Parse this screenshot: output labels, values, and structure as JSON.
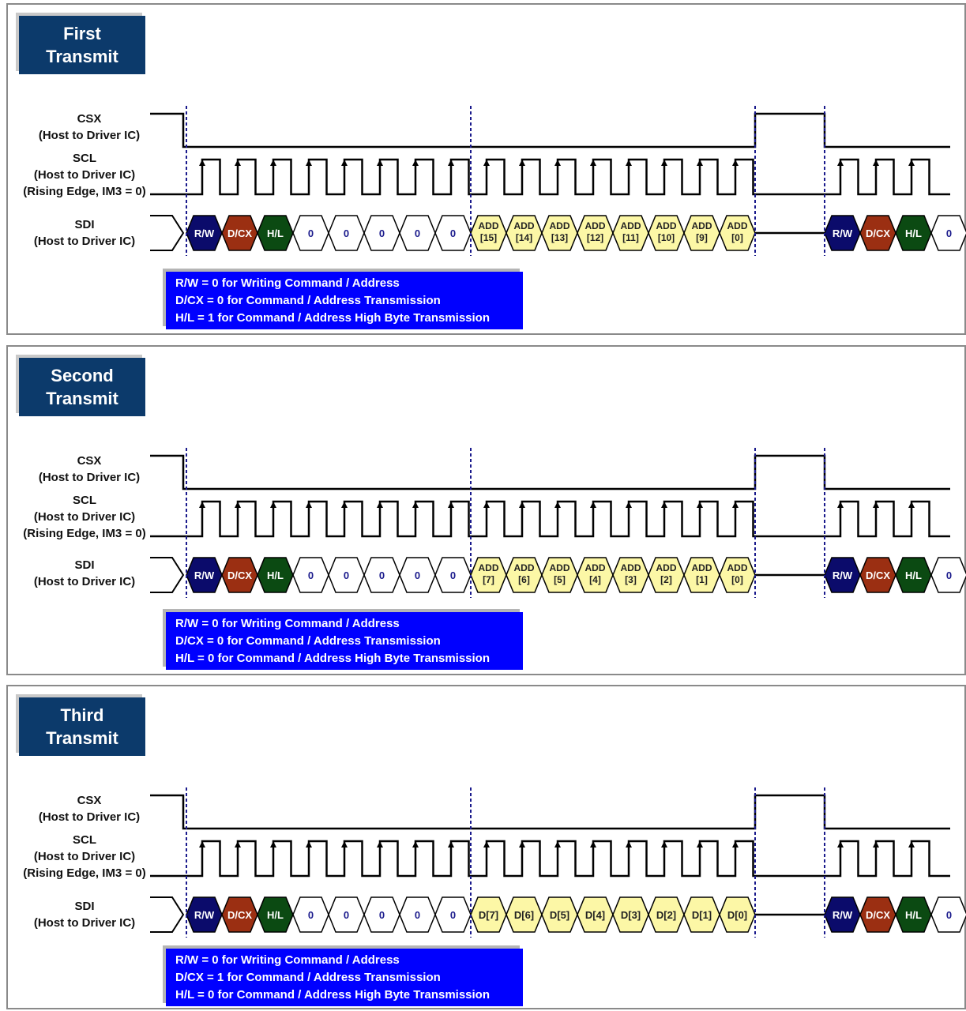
{
  "signals": {
    "csx": [
      "CSX",
      "(Host to Driver IC)"
    ],
    "scl": [
      "SCL",
      "(Host to Driver IC)",
      "(Rising Edge, IM3 = 0)"
    ],
    "sdi": [
      "SDI",
      "(Host to Driver IC)"
    ]
  },
  "common_bits": [
    {
      "label": "R/W",
      "style": "navy"
    },
    {
      "label": "D/CX",
      "style": "brown"
    },
    {
      "label": "H/L",
      "style": "green"
    },
    {
      "label": "0",
      "style": "white"
    },
    {
      "label": "0",
      "style": "white"
    },
    {
      "label": "0",
      "style": "white"
    },
    {
      "label": "0",
      "style": "white"
    },
    {
      "label": "0",
      "style": "white"
    }
  ],
  "next_bits": [
    {
      "label": "R/W",
      "style": "navy"
    },
    {
      "label": "D/CX",
      "style": "brown"
    },
    {
      "label": "H/L",
      "style": "green"
    },
    {
      "label": "0",
      "style": "white"
    }
  ],
  "colors": {
    "navy": "#0b0b6b",
    "brown": "#9b2f12",
    "green": "#0b4a12",
    "white": "#ffffff",
    "yellow": "#fcf7a6",
    "marker": "#1a1a8c",
    "legend_bg": "#0000ff",
    "badge_bg": "#0c3a6b"
  },
  "panels": [
    {
      "title": [
        "First",
        "Transmit"
      ],
      "payload": [
        [
          "ADD",
          "[15]"
        ],
        [
          "ADD",
          "[14]"
        ],
        [
          "ADD",
          "[13]"
        ],
        [
          "ADD",
          "[12]"
        ],
        [
          "ADD",
          "[11]"
        ],
        [
          "ADD",
          "[10]"
        ],
        [
          "ADD",
          "[9]"
        ],
        [
          "ADD",
          "[0]"
        ]
      ],
      "legend": [
        "R/W = 0  for Writing Command / Address",
        "D/CX = 0  for Command / Address Transmission",
        "H/L = 1  for Command / Address High Byte Transmission"
      ]
    },
    {
      "title": [
        "Second",
        "Transmit"
      ],
      "payload": [
        [
          "ADD",
          "[7]"
        ],
        [
          "ADD",
          "[6]"
        ],
        [
          "ADD",
          "[5]"
        ],
        [
          "ADD",
          "[4]"
        ],
        [
          "ADD",
          "[3]"
        ],
        [
          "ADD",
          "[2]"
        ],
        [
          "ADD",
          "[1]"
        ],
        [
          "ADD",
          "[0]"
        ]
      ],
      "legend": [
        "R/W = 0  for Writing Command / Address",
        "D/CX = 0  for Command / Address Transmission",
        "H/L = 0  for Command / Address High Byte Transmission"
      ]
    },
    {
      "title": [
        "Third",
        "Transmit"
      ],
      "payload": [
        [
          "D[7]"
        ],
        [
          "D[6]"
        ],
        [
          "D[5]"
        ],
        [
          "D[4]"
        ],
        [
          "D[3]"
        ],
        [
          "D[2]"
        ],
        [
          "D[1]"
        ],
        [
          "D[0]"
        ]
      ],
      "legend": [
        "R/W = 0  for Writing Command / Address",
        "D/CX = 1  for Command / Address Transmission",
        "H/L = 0  for Command / Address High Byte Transmission"
      ]
    }
  ]
}
